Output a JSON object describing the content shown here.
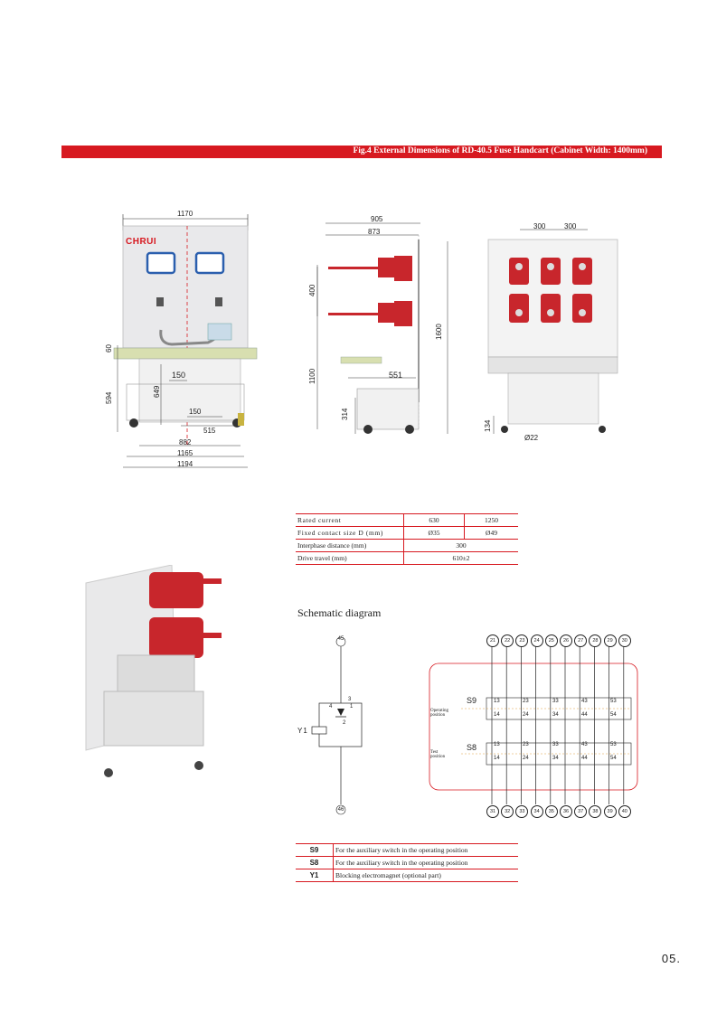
{
  "banner": {
    "title": "Fig.4 External Dimensions of RD-40.5 Fuse Handcart (Cabinet Width: 1400mm)"
  },
  "front_view": {
    "brand": "CHRUI",
    "dims": {
      "top": "1170",
      "h60": "60",
      "h594": "594",
      "h649": "649",
      "w150a": "150",
      "w150b": "150",
      "w515": "515",
      "w882": "882",
      "w1165": "1165",
      "w1194": "1194"
    }
  },
  "side_view": {
    "dims": {
      "w905": "905",
      "w873": "873",
      "h400": "400",
      "h1600": "1600",
      "h1100": "1100",
      "w551": "551",
      "h314": "314"
    }
  },
  "rear_view": {
    "dims": {
      "w300a": "300",
      "w300b": "300",
      "h134": "134",
      "d22": "Ø22"
    }
  },
  "spec_table": {
    "rows": [
      [
        "Rated current",
        "630",
        "1250"
      ],
      [
        "Fixed contact size D (mm)",
        "Ø35",
        "Ø49"
      ],
      [
        "Interphase distance (mm)",
        "300"
      ],
      [
        "Drive travel (mm)",
        "610±2"
      ]
    ]
  },
  "schematic": {
    "title": "Schematic diagram",
    "y1_label": "Y1",
    "term_top_y1": "45",
    "term_bottom_y1": "46",
    "coil_pins": [
      "1",
      "2",
      "3",
      "4"
    ],
    "top_terminals": [
      "21",
      "22",
      "23",
      "24",
      "25",
      "26",
      "27",
      "28",
      "29",
      "30"
    ],
    "bottom_terminals": [
      "31",
      "32",
      "33",
      "34",
      "35",
      "36",
      "37",
      "38",
      "39",
      "40"
    ],
    "s9_label": "S9",
    "s8_label": "S8",
    "operating_position": "Operating position",
    "test_position": "Test position",
    "s9_upper": [
      "13",
      "23",
      "33",
      "43",
      "53"
    ],
    "s9_lower": [
      "14",
      "24",
      "34",
      "44",
      "54"
    ],
    "s8_upper": [
      "13",
      "23",
      "33",
      "43",
      "53"
    ],
    "s8_lower": [
      "14",
      "24",
      "34",
      "44",
      "54"
    ]
  },
  "legend": {
    "rows": [
      [
        "S9",
        "For the auxiliary switch in the operating position"
      ],
      [
        "S8",
        "For the auxiliary switch in the operating position"
      ],
      [
        "Y1",
        "Blocking electromagnet (optional part)"
      ]
    ]
  },
  "page_number": "05.",
  "colors": {
    "accent": "#d71920",
    "insulator": "#c8262c",
    "panel": "#e6e6e6"
  }
}
